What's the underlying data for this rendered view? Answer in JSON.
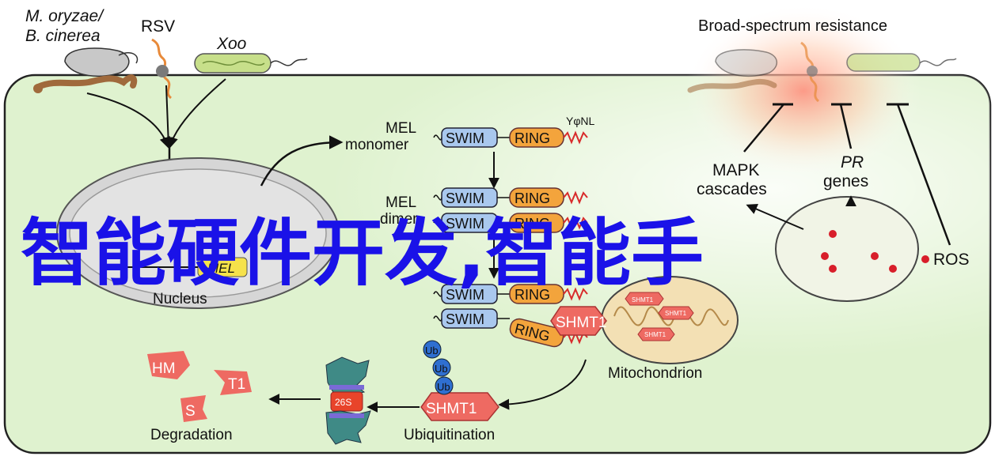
{
  "pathogens": {
    "fungi_line1": "M. oryzae/",
    "fungi_line2": "B. cinerea",
    "virus": "RSV",
    "bacterium": "Xoo"
  },
  "resistance_title": "Broad-spectrum resistance",
  "proteins": {
    "swim": "SWIM",
    "ring": "RING",
    "motif": "YφNL",
    "mel_monomer_line1": "MEL",
    "mel_monomer_line2": "monomer",
    "mel_dimer_line1": "MEL",
    "mel_dimer_line2": "dimer",
    "nucleus_mel": "MEL",
    "shmt1": "SHMT1",
    "shmt1_small": "SHMT1",
    "ub": "Ub",
    "proteasome": "26S"
  },
  "compartments": {
    "nucleus": "Nucleus",
    "mitochondrion": "Mitochondrion"
  },
  "processes": {
    "degradation": "Degradation",
    "ubiquitination": "Ubiquitination"
  },
  "defense": {
    "mapk_line1": "MAPK",
    "mapk_line2": "cascades",
    "pr_line1": "PR",
    "pr_line2": "genes",
    "ros": "ROS"
  },
  "fragments": [
    "HM",
    "T1",
    "S"
  ],
  "watermark": "智能硬件开发,智能手",
  "colors": {
    "cell_fill": "#dff2cf",
    "swim": "#a9c8ee",
    "ring": "#f3a43c",
    "shmt1": "#ee6a62",
    "ub": "#2f6fd0",
    "mito": "#f3e0b4",
    "watermark": "#1a12e8",
    "glow": "#ff8a78"
  }
}
